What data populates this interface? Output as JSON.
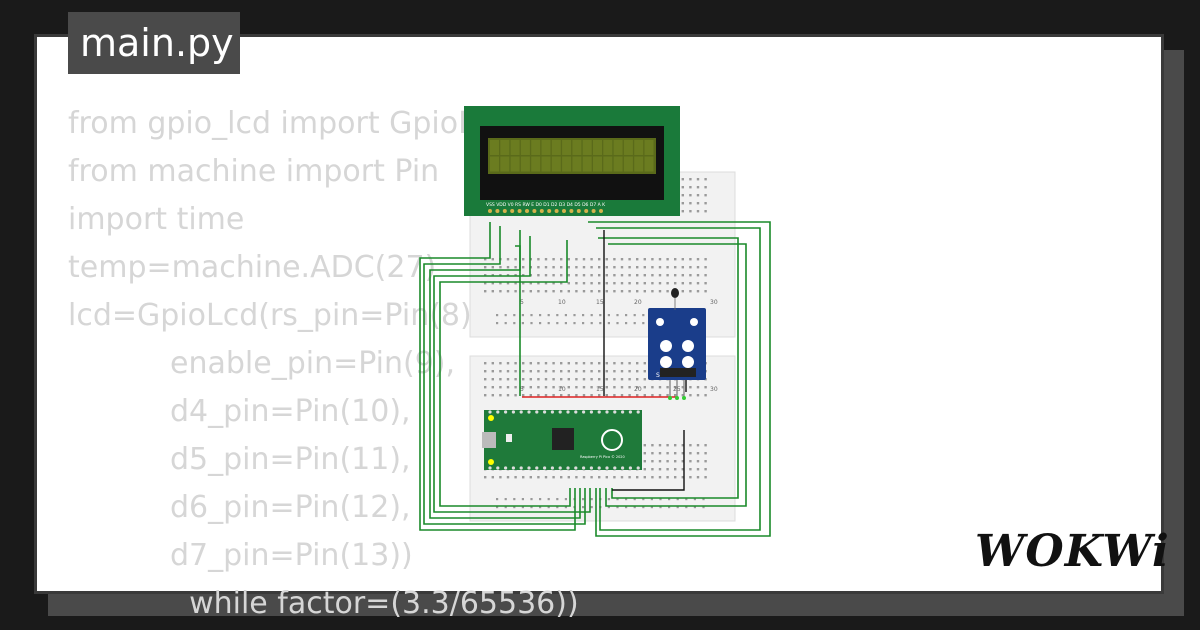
{
  "file_tab": {
    "label": "main.py"
  },
  "code_lines": [
    {
      "text": "from gpio_lcd import GpioLcd",
      "indent": false
    },
    {
      "text": "from machine import Pin",
      "indent": false
    },
    {
      "text": "import time",
      "indent": false
    },
    {
      "text": "temp=machine.ADC(27)",
      "indent": false
    },
    {
      "text": "lcd=GpioLcd(rs_pin=Pin(8),",
      "indent": false
    },
    {
      "text": "enable_pin=Pin(9),",
      "indent": true
    },
    {
      "text": "d4_pin=Pin(10),",
      "indent": true
    },
    {
      "text": "d5_pin=Pin(11),",
      "indent": true
    },
    {
      "text": "d6_pin=Pin(12),",
      "indent": true
    },
    {
      "text": "d7_pin=Pin(13))",
      "indent": true
    },
    {
      "text": "  while factor=(3.3/65536))",
      "indent": true
    }
  ],
  "lcd": {
    "pin_labels": "VSS VDD V0 RS RW E D0 D1 D2 D3 D4 D5 D6 D7 A K"
  },
  "breadboard": {
    "col_5": "5",
    "col_10": "10",
    "col_15": "15",
    "col_20": "20",
    "col_25": "25",
    "col_30": "30"
  },
  "pico": {
    "label": "Raspberry Pi Pico © 2020"
  },
  "sensor": {
    "pin_s": "S"
  },
  "brand": {
    "logo": "WOKWi"
  },
  "colors": {
    "wire": "#1a8a2a",
    "lcd_board": "#1a7a3a",
    "lcd_screen": "#5a6a1a",
    "pico": "#1f7a3a",
    "sensor": "#1a3d8a"
  }
}
